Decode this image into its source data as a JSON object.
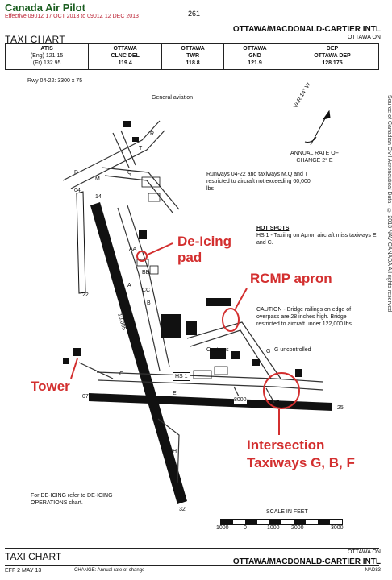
{
  "header": {
    "brand": "Canada Air Pilot",
    "effective": "Effective 0901Z 17 OCT 2013 to 0901Z 12 DEC 2013",
    "page_number": "261",
    "chart_type": "TAXI CHART",
    "airport": "OTTAWA/MACDONALD-CARTIER INTL",
    "city": "OTTAWA ON"
  },
  "frequencies": [
    {
      "lines": [
        "ATIS",
        "(Eng) 121.15",
        "(Fr) 132.95"
      ]
    },
    {
      "lines": [
        "OTTAWA",
        "CLNC DEL",
        "119.4"
      ]
    },
    {
      "lines": [
        "OTTAWA",
        "TWR",
        "118.8"
      ]
    },
    {
      "lines": [
        "OTTAWA",
        "GND",
        "121.9"
      ]
    },
    {
      "lines": [
        "DEP",
        "OTTAWA DEP",
        "128.175"
      ]
    }
  ],
  "diagram": {
    "runway_info": "Rwy 04-22: 3300 x 75",
    "general_aviation": "General aviation",
    "variation": "VAR 14° W",
    "annual_rate": "ANNUAL RATE OF CHANGE 2° E",
    "restriction_note": "Runways 04-22 and taxiways M,Q and T restricted to aircraft not exceeding 60,000 lbs",
    "hot_spots_title": "HOT SPOTS",
    "hot_spots_text": "HS 1 - Taxiing on Apron aircraft miss taxiways E and C.",
    "caution": "CAUTION - Bridge railings on edge of overpass are 28 inches high. Bridge restricted to aircraft under 122,000 lbs.",
    "customs": "Customs",
    "g_uncontrolled": "G uncontrolled",
    "hs1": "HS 1",
    "runway_long_length": "8000",
    "runway_diag_length": "10,005",
    "deicing_note": "For DE-ICING refer to DE-ICING OPERATIONS chart.",
    "scale_title": "SCALE IN FEET",
    "scale_labels": [
      "1000",
      "0",
      "1000",
      "2000",
      "3000"
    ],
    "labels": {
      "rwy04": "04",
      "rwy22": "22",
      "rwy07": "07",
      "rwy25": "25",
      "rwy14": "14",
      "rwy32": "32",
      "P": "P",
      "Q": "Q",
      "T": "T",
      "M": "M",
      "A": "A",
      "AA": "AA",
      "B": "B",
      "BB": "BB",
      "CC": "CC",
      "C": "C",
      "E": "E",
      "F": "F",
      "G": "G",
      "H": "H",
      "R": "R"
    }
  },
  "annotations": {
    "deicing_pad": [
      "De-Icing",
      "pad"
    ],
    "rcmp_apron": "RCMP apron",
    "tower": "Tower",
    "intersection": [
      "Intersection",
      "Taxiways G, B, F"
    ]
  },
  "side_text": "Source of Canadian Civil Aeronautical Data - © 2013 NAV CANADA All rights reserved",
  "footer": {
    "chart_type": "TAXI CHART",
    "city": "OTTAWA ON",
    "airport": "OTTAWA/MACDONALD-CARTIER INTL",
    "eff": "EFF 2 MAY 13",
    "change": "CHANGE: Annual rate of change",
    "datum": "NAD83"
  },
  "colors": {
    "annotation": "#d32f2f",
    "brand": "#1b5e20",
    "effective": "#b23"
  }
}
